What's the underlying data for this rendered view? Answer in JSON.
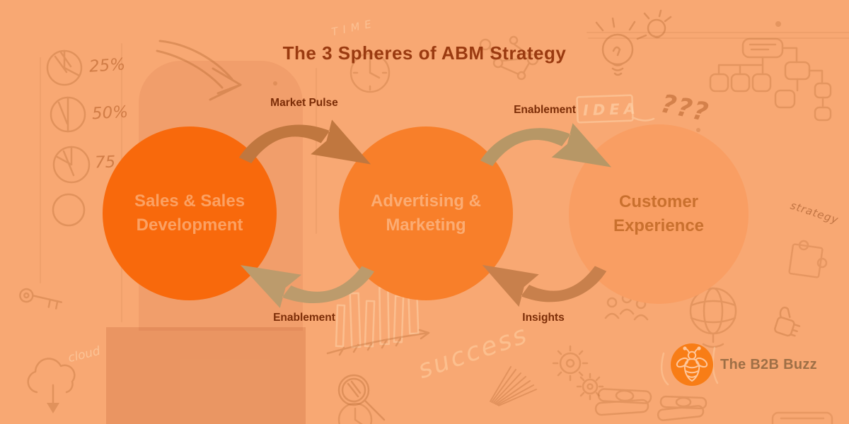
{
  "title": "The 3 Spheres of ABM Strategy",
  "title_color": "#9a3a10",
  "spheres": [
    {
      "label": "Sales & Sales Development",
      "color": "#f8690c",
      "text_color": "#fba163"
    },
    {
      "label": "Advertising & Marketing",
      "color": "#f87f2a",
      "text_color": "#fbac73"
    },
    {
      "label": "Customer Experience",
      "color": "#f99e63",
      "text_color": "#c9702e"
    }
  ],
  "flows": [
    {
      "label": "Market Pulse",
      "from": "Sales & Sales Development",
      "to": "Advertising & Marketing",
      "color": "#c0773f"
    },
    {
      "label": "Enablement",
      "from": "Advertising & Marketing",
      "to": "Customer Experience",
      "color": "#b79766"
    },
    {
      "label": "Enablement",
      "from": "Advertising & Marketing",
      "to": "Sales & Sales Development",
      "color": "#bc9b6c"
    },
    {
      "label": "Insights",
      "from": "Customer Experience",
      "to": "Advertising & Marketing",
      "color": "#c8804c"
    }
  ],
  "flow_label_color": "#7c2d07",
  "logo": {
    "text": "The B2B Buzz",
    "icon": "bee-icon",
    "circle_color": "#f87d16",
    "bee_color": "#ffc79b",
    "text_color": "#9e6f46"
  },
  "background": {
    "base_color": "#f8a873",
    "doodle_texts": {
      "pct25": "25%",
      "pct50": "50%",
      "pct75": "75",
      "time": "TIME",
      "idea": "IDEA",
      "questions": "???",
      "success": "success",
      "strategy": "strategy",
      "cloud": "cloud"
    }
  }
}
